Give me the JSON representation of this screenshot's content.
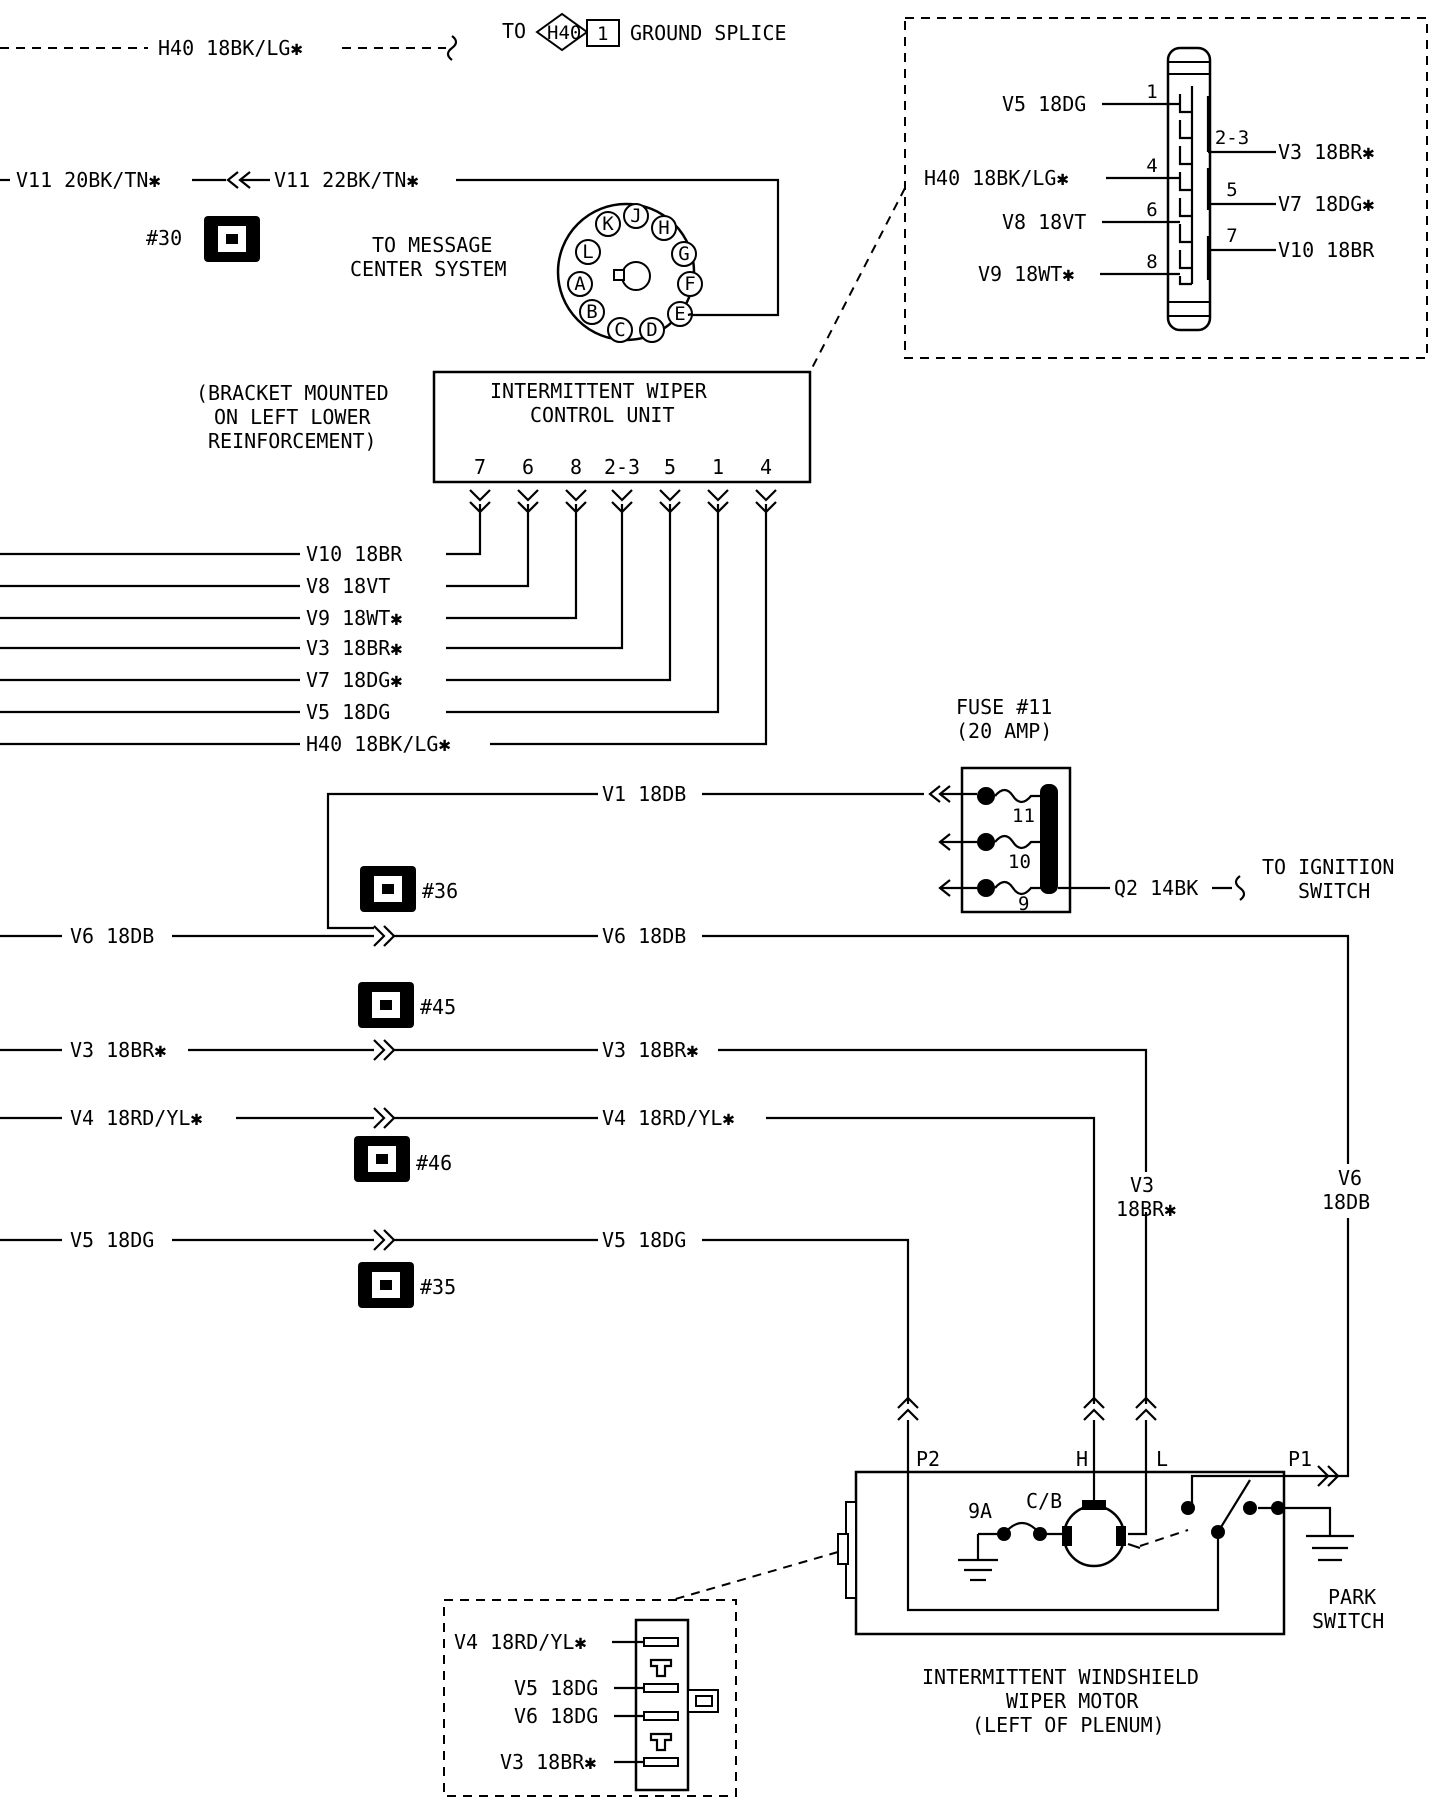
{
  "top": {
    "h40_wire": "H40 18BK/LG✱",
    "to_label": "TO",
    "splice_id": "H40",
    "splice_pin": "1",
    "ground_splice": "GROUND SPLICE"
  },
  "message_center": {
    "v11_left": "V11 20BK/TN✱",
    "v11_right": "V11 22BK/TN✱",
    "connector_ref": "#30",
    "line1": "TO MESSAGE",
    "line2": "CENTER SYSTEM",
    "pins": [
      "A",
      "B",
      "C",
      "D",
      "E",
      "F",
      "G",
      "H",
      "J",
      "K",
      "L"
    ]
  },
  "detail_connector": {
    "left_labels": [
      "V5 18DG",
      "H40 18BK/LG✱",
      "V8 18VT",
      "V9 18WT✱"
    ],
    "left_pins": [
      "1",
      "4",
      "6",
      "8"
    ],
    "right_labels": [
      "V3 18BR✱",
      "V7 18DG✱",
      "V10 18BR"
    ],
    "right_pins": [
      "2-3",
      "5",
      "7"
    ]
  },
  "control_unit": {
    "bracket_line1": "(BRACKET MOUNTED",
    "bracket_line2": "ON LEFT LOWER",
    "bracket_line3": "REINFORCEMENT)",
    "title1": "INTERMITTENT WIPER",
    "title2": "CONTROL UNIT",
    "pins": [
      "7",
      "6",
      "8",
      "2-3",
      "5",
      "1",
      "4"
    ],
    "wires": [
      "V10 18BR",
      "V8 18VT",
      "V9 18WT✱",
      "V3 18BR✱",
      "V7 18DG✱",
      "V5 18DG",
      "H40 18BK/LG✱"
    ]
  },
  "fuse": {
    "title1": "FUSE #11",
    "title2": "(20 AMP)",
    "v1": "V1 18DB",
    "pins": [
      "11",
      "10",
      "9"
    ],
    "q2": "Q2 14BK",
    "ign1": "TO IGNITION",
    "ign2": "SWITCH"
  },
  "harness": {
    "v6": "V6 18DB",
    "v3": "V3 18BR✱",
    "v4": "V4 18RD/YL✱",
    "v5": "V5 18DG",
    "refs": [
      "#36",
      "#45",
      "#46",
      "#35"
    ],
    "v3_vert1": "V3",
    "v3_vert2": "18BR✱",
    "v6_vert1": "V6",
    "v6_vert2": "18DB"
  },
  "motor": {
    "p2": "P2",
    "h": "H",
    "l": "L",
    "p1": "P1",
    "a9": "9A",
    "cb": "C/B",
    "park1": "PARK",
    "park2": "SWITCH",
    "title1": "INTERMITTENT WINDSHIELD",
    "title2": "WIPER MOTOR",
    "title3": "(LEFT OF PLENUM)"
  },
  "motor_connector": {
    "labels": [
      "V4 18RD/YL✱",
      "V5 18DG",
      "V6 18DG",
      "V3 18BR✱"
    ]
  }
}
